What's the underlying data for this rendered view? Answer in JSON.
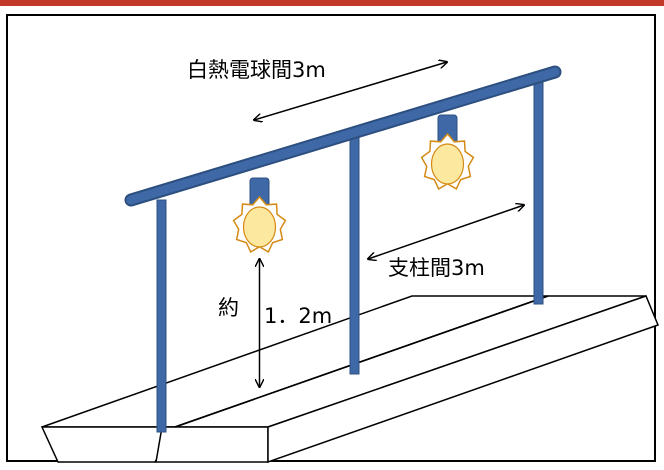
{
  "labels": {
    "bulb_spacing": "白熱電球間3m",
    "post_spacing": "支柱間3m",
    "height_prefix": "約",
    "height_value": "1．2m"
  },
  "colors": {
    "header_band": "#c0392b",
    "pipe": "#3f69a6",
    "pipe_edge": "#2d4f80",
    "bulb_fill": "#fde8a0",
    "bulb_outline": "#d48a14",
    "line": "#000000"
  },
  "icons": [
    "incandescent-bulb-icon",
    "double-arrow-icon"
  ]
}
